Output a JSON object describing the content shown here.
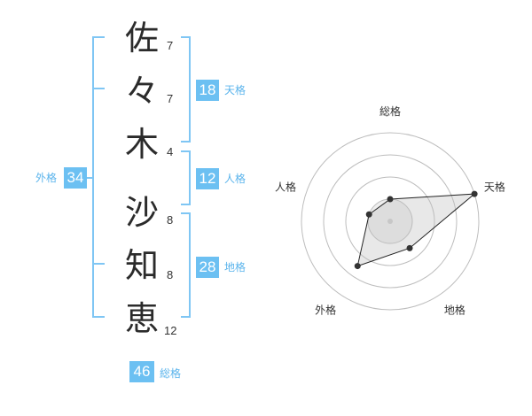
{
  "name": {
    "chars": [
      {
        "char": "佐",
        "strokes": "7"
      },
      {
        "char": "々",
        "strokes": "7"
      },
      {
        "char": "木",
        "strokes": "4"
      },
      {
        "char": "沙",
        "strokes": "8"
      },
      {
        "char": "知",
        "strokes": "8"
      },
      {
        "char": "恵",
        "strokes": "12"
      }
    ]
  },
  "fortune": {
    "tenkaku": {
      "value": "18",
      "label": "天格"
    },
    "jinkaku": {
      "value": "12",
      "label": "人格"
    },
    "chikaku": {
      "value": "28",
      "label": "地格"
    },
    "gaikaku": {
      "value": "34",
      "label": "外格"
    },
    "soukaku": {
      "value": "46",
      "label": "総格"
    }
  },
  "colors": {
    "accent": "#6cc0f2",
    "line": "#7fc6f4"
  },
  "chart_data": {
    "type": "radar",
    "axes": [
      "総格",
      "天格",
      "地格",
      "外格",
      "人格"
    ],
    "max": 4,
    "rings": 4,
    "values": [
      1,
      4,
      1.5,
      2.5,
      1
    ]
  }
}
